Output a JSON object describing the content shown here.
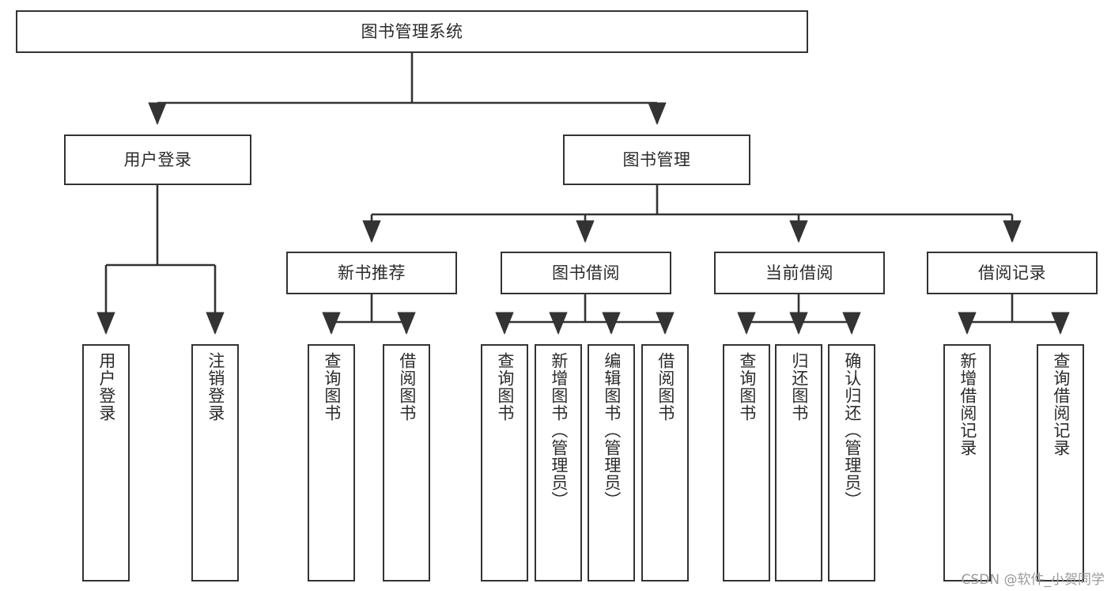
{
  "diagram": {
    "title": "图书管理系统",
    "type": "tree-hierarchy",
    "colors": {
      "stroke": "#333333",
      "box_fill": "#ffffff",
      "text": "#2b2b2b",
      "watermark": "#9a9a9a",
      "background": "#ffffff"
    },
    "levels": {
      "root": {
        "label": "图书管理系统"
      },
      "level2": [
        {
          "label": "用户登录"
        },
        {
          "label": "图书管理"
        }
      ],
      "level3": [
        {
          "label": "新书推荐"
        },
        {
          "label": "图书借阅"
        },
        {
          "label": "当前借阅"
        },
        {
          "label": "借阅记录"
        }
      ],
      "leaves": {
        "user_login": [
          {
            "label": "用户登录"
          },
          {
            "label": "注销登录"
          }
        ],
        "new_book_recommend": [
          {
            "label": "查询图书"
          },
          {
            "label": "借阅图书"
          }
        ],
        "book_borrow": [
          {
            "label": "查询图书"
          },
          {
            "label": "新增图书（管理员）"
          },
          {
            "label": "编辑图书（管理员）"
          },
          {
            "label": "借阅图书"
          }
        ],
        "current_borrow": [
          {
            "label": "查询图书"
          },
          {
            "label": "归还图书"
          },
          {
            "label": "确认归还（管理员）"
          }
        ],
        "borrow_record": [
          {
            "label": "新增借阅记录"
          },
          {
            "label": "查询借阅记录"
          }
        ]
      }
    }
  },
  "watermark": {
    "text": "CSDN @软件_小贺同学"
  }
}
